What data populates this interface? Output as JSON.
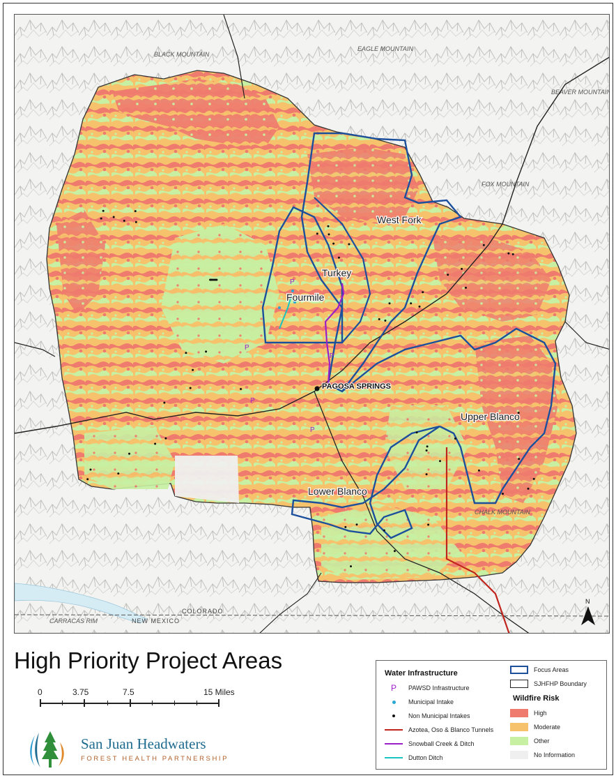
{
  "title": "High Priority Project Areas",
  "map": {
    "focus_areas": [
      "West Fork",
      "Turkey",
      "Fourmile",
      "Upper Blanco",
      "Lower Blanco"
    ],
    "town": "PAGOSA SPRINGS",
    "state_labels": {
      "colorado": "COLORADO",
      "new_mexico": "NEW MEXICO"
    },
    "north_label": "N",
    "terrain_labels": {
      "eagle_mountain": "EAGLE MOUNTAIN",
      "black_mountain": "BLACK MOUNTAIN",
      "beaver_mountain": "BEAVER MOUNTAIN",
      "fox_mountain": "FOX MOUNTAIN",
      "chalk_mountain": "CHALK MOUNTAIN",
      "carracas_rim": "CARRACAS RIM",
      "bear_mountain": "BEAVER MOUNTAIN"
    },
    "colors": {
      "high": "#ef7a6e",
      "moderate": "#f6c26b",
      "other": "#c7f0a2",
      "no_information": "#efefef",
      "focus": "#1c4f9c",
      "boundary": "#222222",
      "tunnels": "#c0241d",
      "snowball": "#9b1fc9",
      "dutton": "#19c4c0"
    }
  },
  "scale_bar": {
    "labels": [
      "0",
      "3.75",
      "7.5",
      "15 Miles"
    ]
  },
  "logo": {
    "name": "San Juan Headwaters",
    "subtitle": "FOREST HEALTH PARTNERSHIP"
  },
  "legend": {
    "water_title": "Water Infrastructure",
    "water_items": [
      {
        "label": "PAWSD Infrastructure",
        "symbol": "P"
      },
      {
        "label": "Municipal Intake"
      },
      {
        "label": "Non Municipal Intakes"
      },
      {
        "label": "Azotea, Oso & Blanco Tunnels"
      },
      {
        "label": "Snowball Creek & Ditch"
      },
      {
        "label": "Dutton Ditch"
      }
    ],
    "area_items": [
      {
        "label": "Focus Areas"
      },
      {
        "label": "SJHFHP Boundary"
      }
    ],
    "risk_title": "Wildfire Risk",
    "risk_items": [
      {
        "label": "High"
      },
      {
        "label": "Moderate"
      },
      {
        "label": "Other"
      },
      {
        "label": "No Information"
      }
    ]
  }
}
